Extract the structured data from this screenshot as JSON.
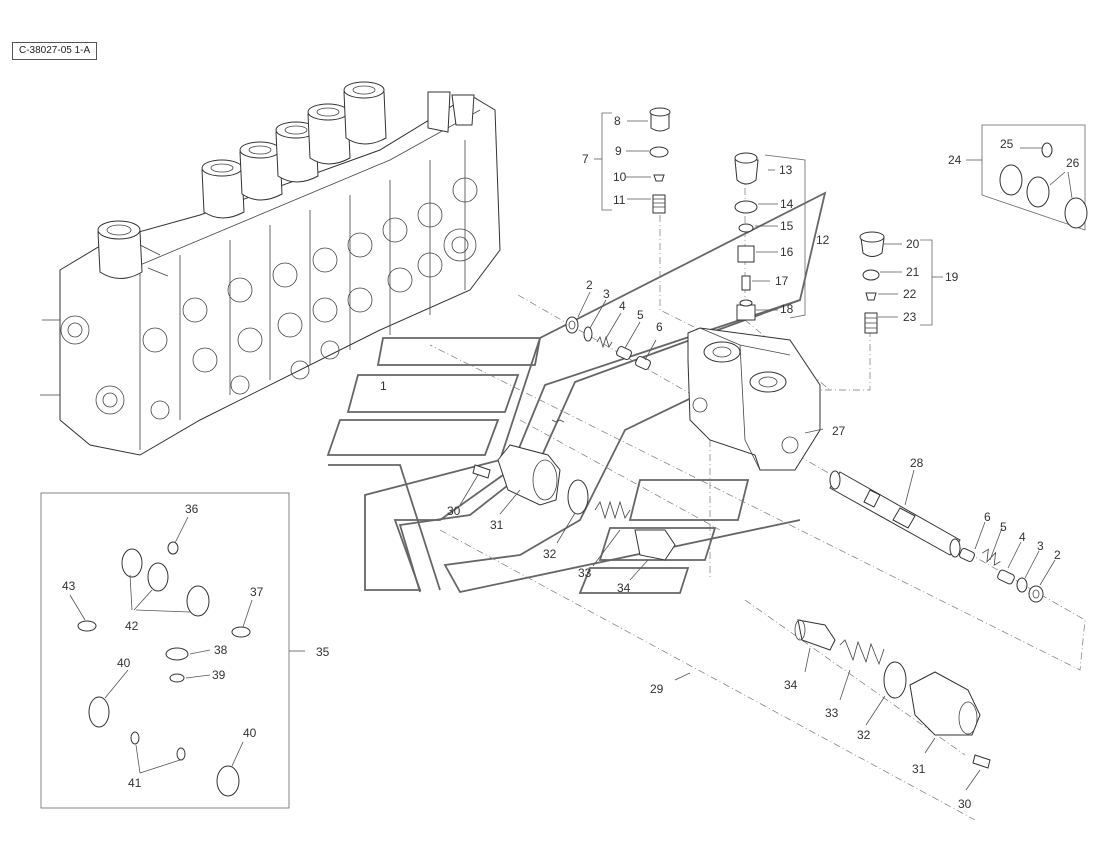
{
  "reference_code": "C-38027-05 1-A",
  "callouts": {
    "c1": "1",
    "c2a": "2",
    "c3a": "3",
    "c4a": "4",
    "c5a": "5",
    "c6a": "6",
    "c7": "7",
    "c8": "8",
    "c9": "9",
    "c10": "10",
    "c11": "11",
    "c12": "12",
    "c13": "13",
    "c14": "14",
    "c15": "15",
    "c16": "16",
    "c17": "17",
    "c18": "18",
    "c19": "19",
    "c20": "20",
    "c21": "21",
    "c22": "22",
    "c23": "23",
    "c24": "24",
    "c25": "25",
    "c26": "26",
    "c27": "27",
    "c28": "28",
    "c29": "29",
    "c30a": "30",
    "c31a": "31",
    "c32a": "32",
    "c33a": "33",
    "c34a": "34",
    "c6b": "6",
    "c5b": "5",
    "c4b": "4",
    "c3b": "3",
    "c2b": "2",
    "c34b": "34",
    "c33b": "33",
    "c32b": "32",
    "c31b": "31",
    "c30b": "30",
    "c35": "35",
    "c36": "36",
    "c37": "37",
    "c38": "38",
    "c39": "39",
    "c40a": "40",
    "c40b": "40",
    "c41": "41",
    "c42": "42",
    "c43": "43"
  }
}
